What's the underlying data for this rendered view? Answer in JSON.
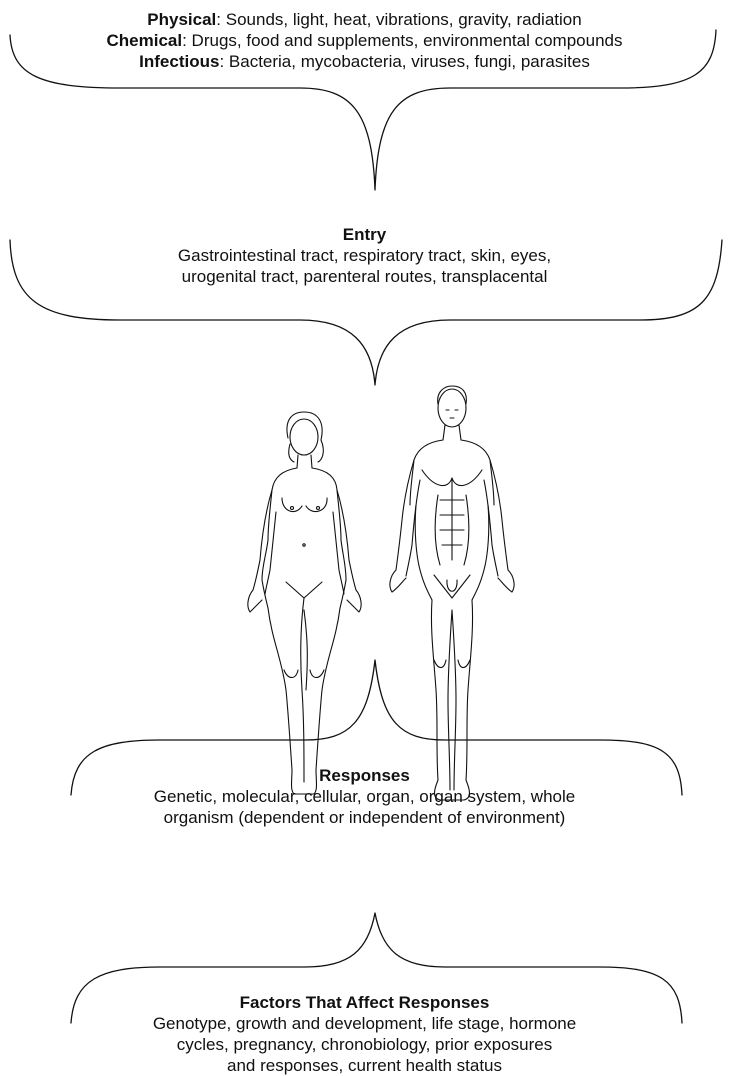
{
  "agents": [
    {
      "label": "Physical",
      "text": ":  Sounds, light, heat, vibrations, gravity, radiation"
    },
    {
      "label": "Chemical",
      "text": ":  Drugs, food and supplements, environmental compounds"
    },
    {
      "label": "Infectious",
      "text": ":  Bacteria, mycobacteria, viruses, fungi, parasites"
    }
  ],
  "entry": {
    "title": "Entry",
    "lines": [
      "Gastrointestinal tract, respiratory tract, skin, eyes,",
      "urogenital tract, parenteral routes, transplacental"
    ]
  },
  "responses": {
    "title": "Responses",
    "lines": [
      "Genetic, molecular, cellular, organ, organ system, whole",
      "organism (dependent or independent of environment)"
    ]
  },
  "factors": {
    "title": "Factors That Affect Responses",
    "lines": [
      "Genotype, growth and development, life stage, hormone",
      "cycles, pregnancy, chronobiology, prior exposures",
      "and responses, current health status"
    ]
  },
  "figures": [
    "female-body-outline",
    "male-body-outline"
  ],
  "colors": {
    "line": "#111111",
    "background": "#ffffff"
  }
}
